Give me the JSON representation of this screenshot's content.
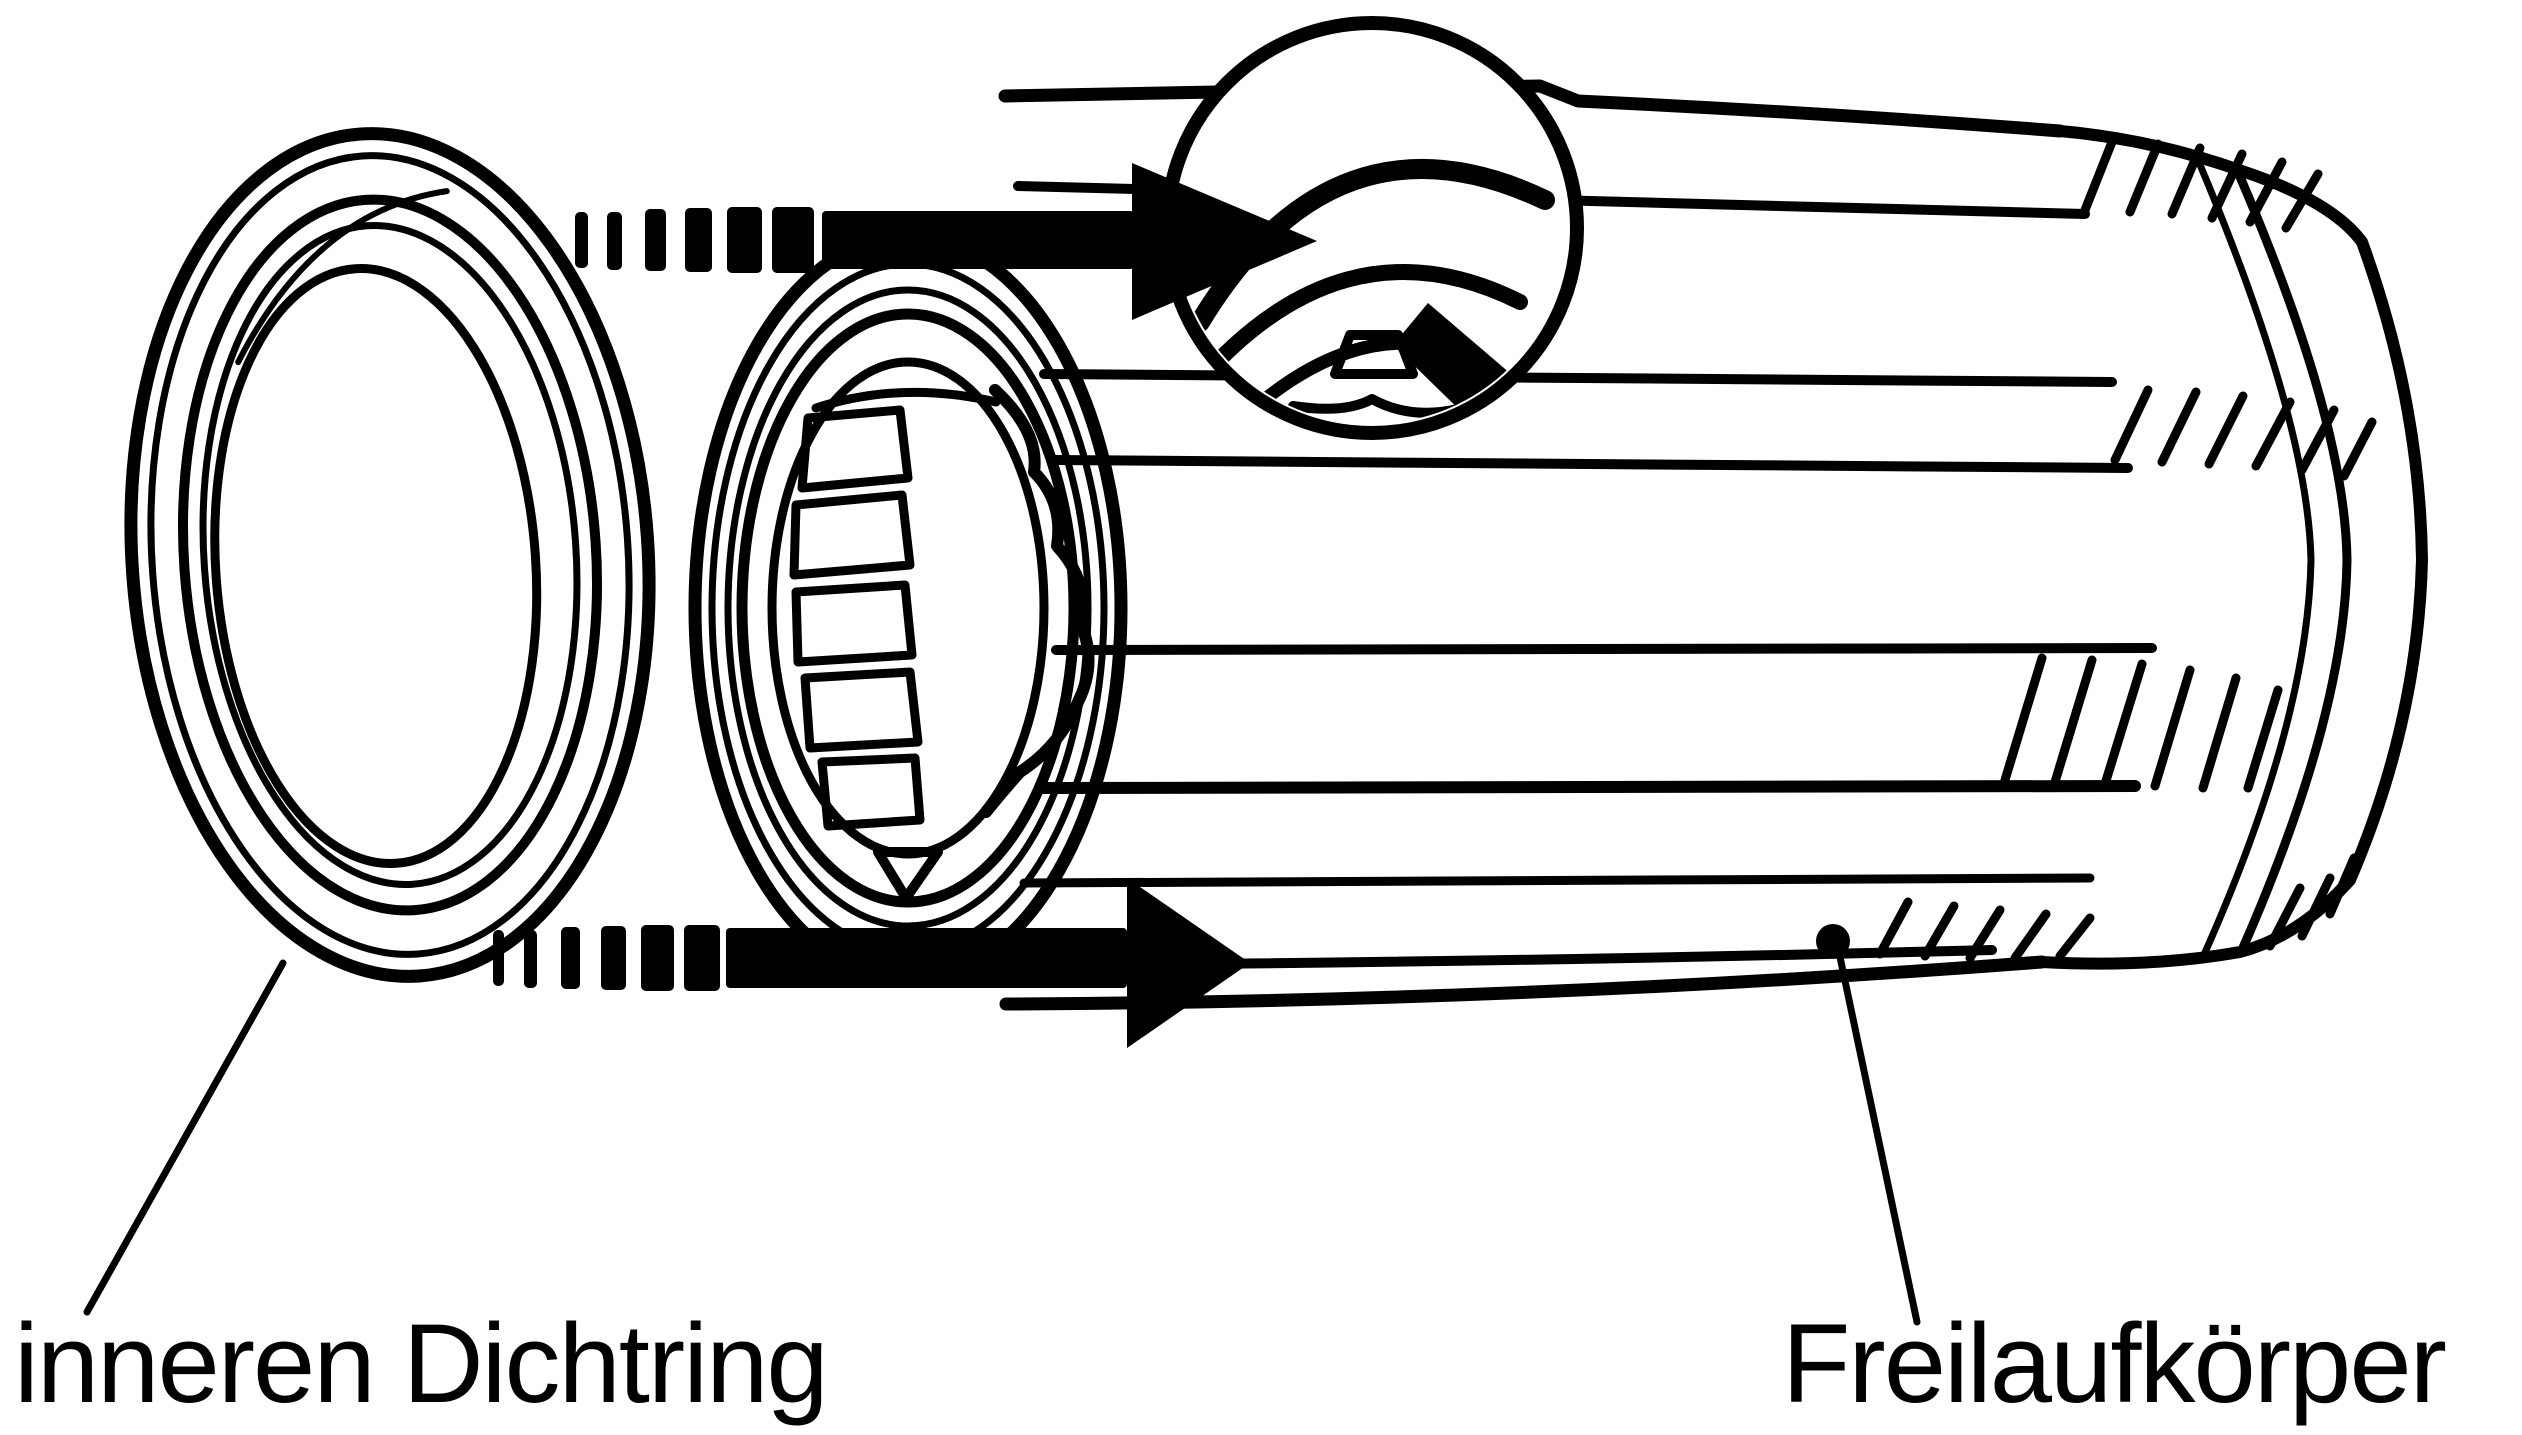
{
  "figure": {
    "type": "technical-line-drawing",
    "subject": "bicycle freehub seal installation",
    "background_color": "#ffffff",
    "ink_color": "#000000",
    "labels": {
      "seal": "inneren Dichtring",
      "freehub": "Freilaufkörper"
    },
    "icons": {
      "install_direction_top": "dashed-arrow-right-icon",
      "install_direction_bottom": "dashed-arrow-right-icon",
      "detail_view": "magnifier-circle-icon"
    }
  }
}
